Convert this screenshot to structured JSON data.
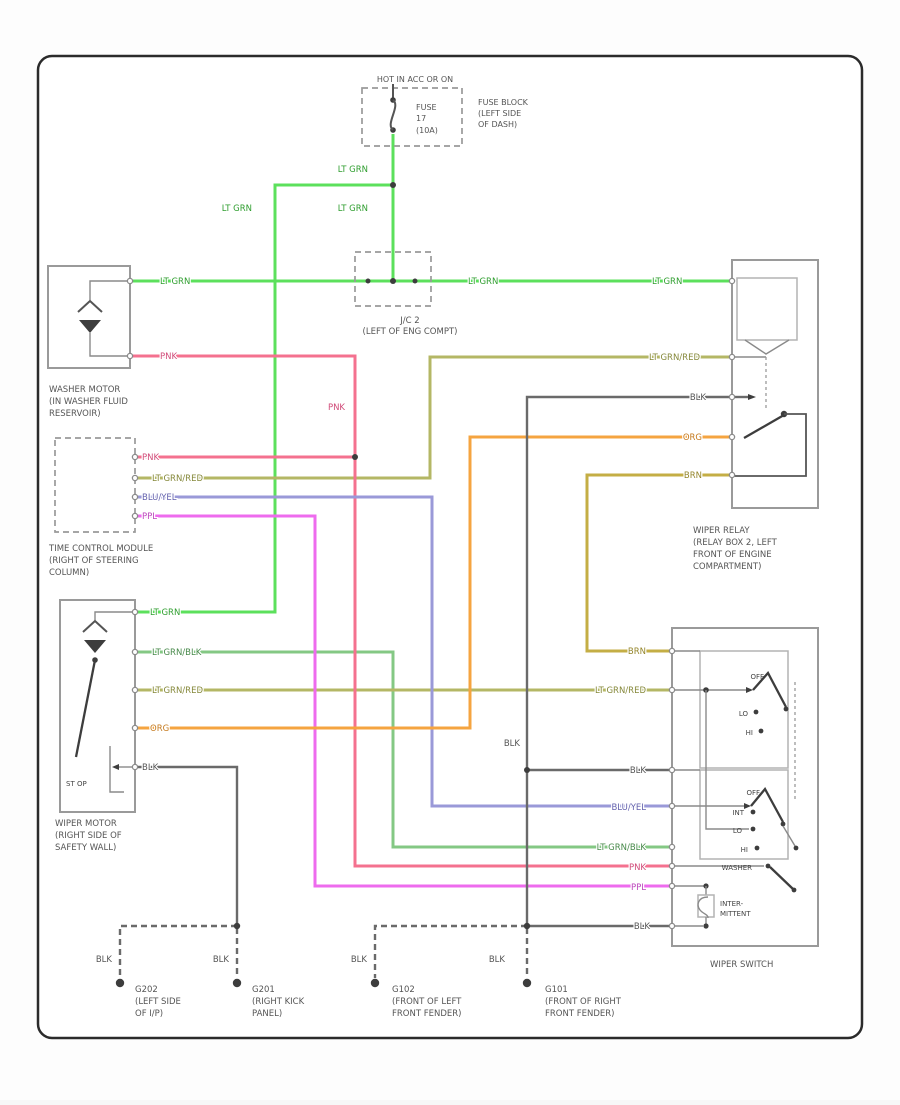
{
  "colors": {
    "lt_grn": "#5ce05c",
    "lt_grn_blk": "#84c884",
    "lt_grn_red": "#b4b765",
    "pnk": "#f4718f",
    "ppl": "#ee6bee",
    "org": "#f5a440",
    "brn": "#c4ae45",
    "blu_yel": "#9a99d8",
    "blk": "#6a6a6a",
    "outline": "#9a9a9a",
    "text": "#555555"
  },
  "label_colors": {
    "lt_grn": "#2f9e2f",
    "lt_grn_blk": "#47894a",
    "lt_grn_red": "#85883a",
    "pnk": "#d04a78",
    "ppl": "#bb44bb",
    "org": "#c57a1e",
    "brn": "#94852a",
    "blu_yel": "#6361ad",
    "blk": "#555555"
  },
  "labels": {
    "lt_grn": "LT GRN",
    "lt_grn_blk": "LT GRN/BLK",
    "lt_grn_red": "LT GRN/RED",
    "pnk": "PNK",
    "ppl": "PPL",
    "org": "ORG",
    "brn": "BRN",
    "blu_yel": "BLU/YEL",
    "blk": "BLK"
  },
  "power": {
    "hot": "HOT IN ACC OR ON",
    "fuse": [
      "FUSE",
      "17",
      "(10A)"
    ],
    "fuse_block": [
      "FUSE BLOCK",
      "(LEFT SIDE",
      "OF DASH)"
    ]
  },
  "junction": {
    "name": "J/C 2",
    "loc": "(LEFT OF ENG COMPT)"
  },
  "washer_motor": [
    "WASHER MOTOR",
    "(IN WASHER FLUID",
    "RESERVOIR)"
  ],
  "time_control_module": [
    "TIME CONTROL MODULE",
    "(RIGHT OF STEERING",
    "COLUMN)"
  ],
  "wiper_motor": {
    "name": [
      "WIPER MOTOR",
      "(RIGHT SIDE OF",
      "SAFETY WALL)"
    ],
    "park": "ST OP"
  },
  "wiper_relay": [
    "WIPER RELAY",
    "(RELAY BOX 2, LEFT",
    "FRONT OF ENGINE",
    "COMPARTMENT)"
  ],
  "wiper_switch": {
    "name": "WIPER SWITCH",
    "off1": "OFF",
    "lo1": "LO",
    "hi1": "HI",
    "off2": "OFF",
    "int2": "INT",
    "lo2": "LO",
    "hi2": "HI",
    "washer": "WASHER",
    "pot1": "INTER-",
    "pot2": "MITTENT"
  },
  "grounds": {
    "g202": [
      "G202",
      "(LEFT SIDE",
      "OF I/P)"
    ],
    "g201": [
      "G201",
      "(RIGHT KICK",
      "PANEL)"
    ],
    "g102": [
      "G102",
      "(FRONT OF LEFT",
      "FRONT FENDER)"
    ],
    "g101": [
      "G101",
      "(FRONT OF RIGHT",
      "FRONT FENDER)"
    ]
  }
}
